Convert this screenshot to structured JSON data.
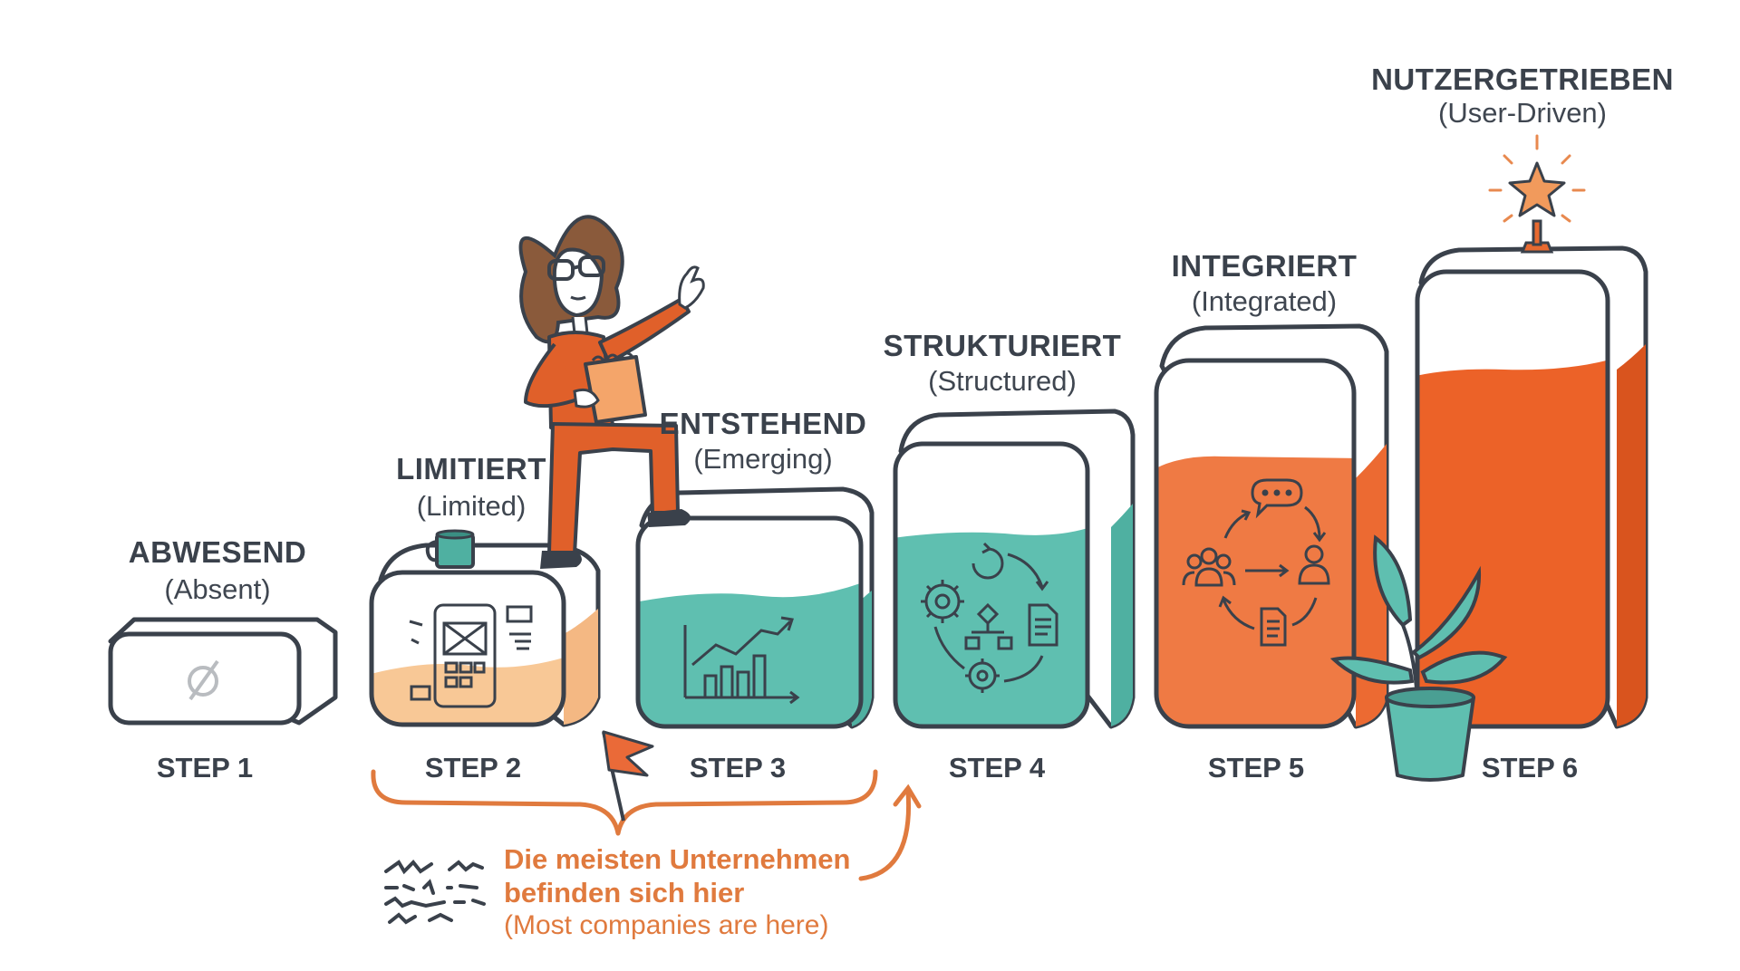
{
  "colors": {
    "outline": "#3a414b",
    "pale_orange": "#f8c896",
    "teal": "#5fbfb0",
    "orange": "#ef7a44",
    "deep_orange": "#ec6228",
    "accent_text": "#e07a3e"
  },
  "steps": [
    {
      "title": "ABWESEND",
      "subtitle": "(Absent)",
      "label": "STEP 1",
      "icon": "empty-set-icon",
      "fill_level": 0
    },
    {
      "title": "LIMITIERT",
      "subtitle": "(Limited)",
      "label": "STEP 2",
      "icon": "phone-wireframe-icon",
      "fill_level": 0.35
    },
    {
      "title": "ENTSTEHEND",
      "subtitle": "(Emerging)",
      "label": "STEP 3",
      "icon": "growth-chart-icon",
      "fill_level": 0.5
    },
    {
      "title": "STRUKTURIERT",
      "subtitle": "(Structured)",
      "label": "STEP 4",
      "icon": "process-cycle-icon",
      "fill_level": 0.6
    },
    {
      "title": "INTEGRIERT",
      "subtitle": "(Integrated)",
      "label": "STEP 5",
      "icon": "collaboration-cycle-icon",
      "fill_level": 0.7
    },
    {
      "title": "NUTZERGETRIEBEN",
      "subtitle": "(User-Driven)",
      "label": "STEP 6",
      "icon": "star-trophy-icon",
      "fill_level": 0.85
    }
  ],
  "annotation": {
    "line1": "Die meisten Unternehmen",
    "line2": "befinden sich hier",
    "translation": "(Most companies are here)"
  }
}
